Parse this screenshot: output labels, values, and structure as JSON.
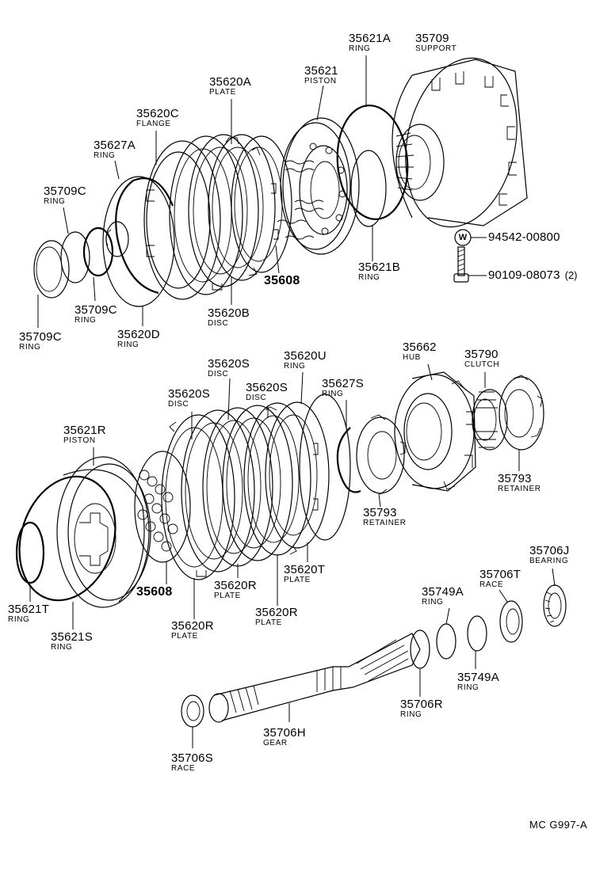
{
  "labels": {
    "p35621a": {
      "part": "35621A",
      "name": "RING"
    },
    "p35709": {
      "part": "35709",
      "name": "SUPPORT"
    },
    "p35621": {
      "part": "35621",
      "name": "PISTON"
    },
    "p35620a": {
      "part": "35620A",
      "name": "PLATE"
    },
    "p35620c": {
      "part": "35620C",
      "name": "FLANGE"
    },
    "p35627a": {
      "part": "35627A",
      "name": "RING"
    },
    "p35709c_1": {
      "part": "35709C",
      "name": "RING"
    },
    "p35709c_2": {
      "part": "35709C",
      "name": "RING"
    },
    "p35709c_3": {
      "part": "35709C",
      "name": "RING"
    },
    "p35620d": {
      "part": "35620D",
      "name": "RING"
    },
    "p35620b": {
      "part": "35620B",
      "name": "DISC"
    },
    "p35608_top": {
      "part": "35608"
    },
    "p35621b": {
      "part": "35621B",
      "name": "RING"
    },
    "p94542": {
      "part": "94542-00800",
      "circle_mark": "W"
    },
    "p90109": {
      "part": "90109-08073",
      "qty": "(2)"
    },
    "p35620s_1": {
      "part": "35620S",
      "name": "DISC"
    },
    "p35620u": {
      "part": "35620U",
      "name": "RING"
    },
    "p35620s_2": {
      "part": "35620S",
      "name": "DISC"
    },
    "p35620s_3": {
      "part": "35620S",
      "name": "DISC"
    },
    "p35627s": {
      "part": "35627S",
      "name": "RING"
    },
    "p35662": {
      "part": "35662",
      "name": "HUB"
    },
    "p35790": {
      "part": "35790",
      "name": "CLUTCH"
    },
    "p35621r": {
      "part": "35621R",
      "name": "PISTON"
    },
    "p35793_1": {
      "part": "35793",
      "name": "RETAINER"
    },
    "p35793_2": {
      "part": "35793",
      "name": "RETAINER"
    },
    "p35706j": {
      "part": "35706J",
      "name": "BEARING"
    },
    "p35706t": {
      "part": "35706T",
      "name": "RACE"
    },
    "p35749a_1": {
      "part": "35749A",
      "name": "RING"
    },
    "p35749a_2": {
      "part": "35749A",
      "name": "RING"
    },
    "p35620t": {
      "part": "35620T",
      "name": "PLATE"
    },
    "p35620r_1": {
      "part": "35620R",
      "name": "PLATE"
    },
    "p35620r_2": {
      "part": "35620R",
      "name": "PLATE"
    },
    "p35620r_3": {
      "part": "35620R",
      "name": "PLATE"
    },
    "p35608_bottom": {
      "part": "35608"
    },
    "p35621t": {
      "part": "35621T",
      "name": "RING"
    },
    "p35621s": {
      "part": "35621S",
      "name": "RING"
    },
    "p35706r": {
      "part": "35706R",
      "name": "RING"
    },
    "p35706h": {
      "part": "35706H",
      "name": "GEAR"
    },
    "p35706s": {
      "part": "35706S",
      "name": "RACE"
    }
  },
  "figure_code": "MC  G997-A"
}
